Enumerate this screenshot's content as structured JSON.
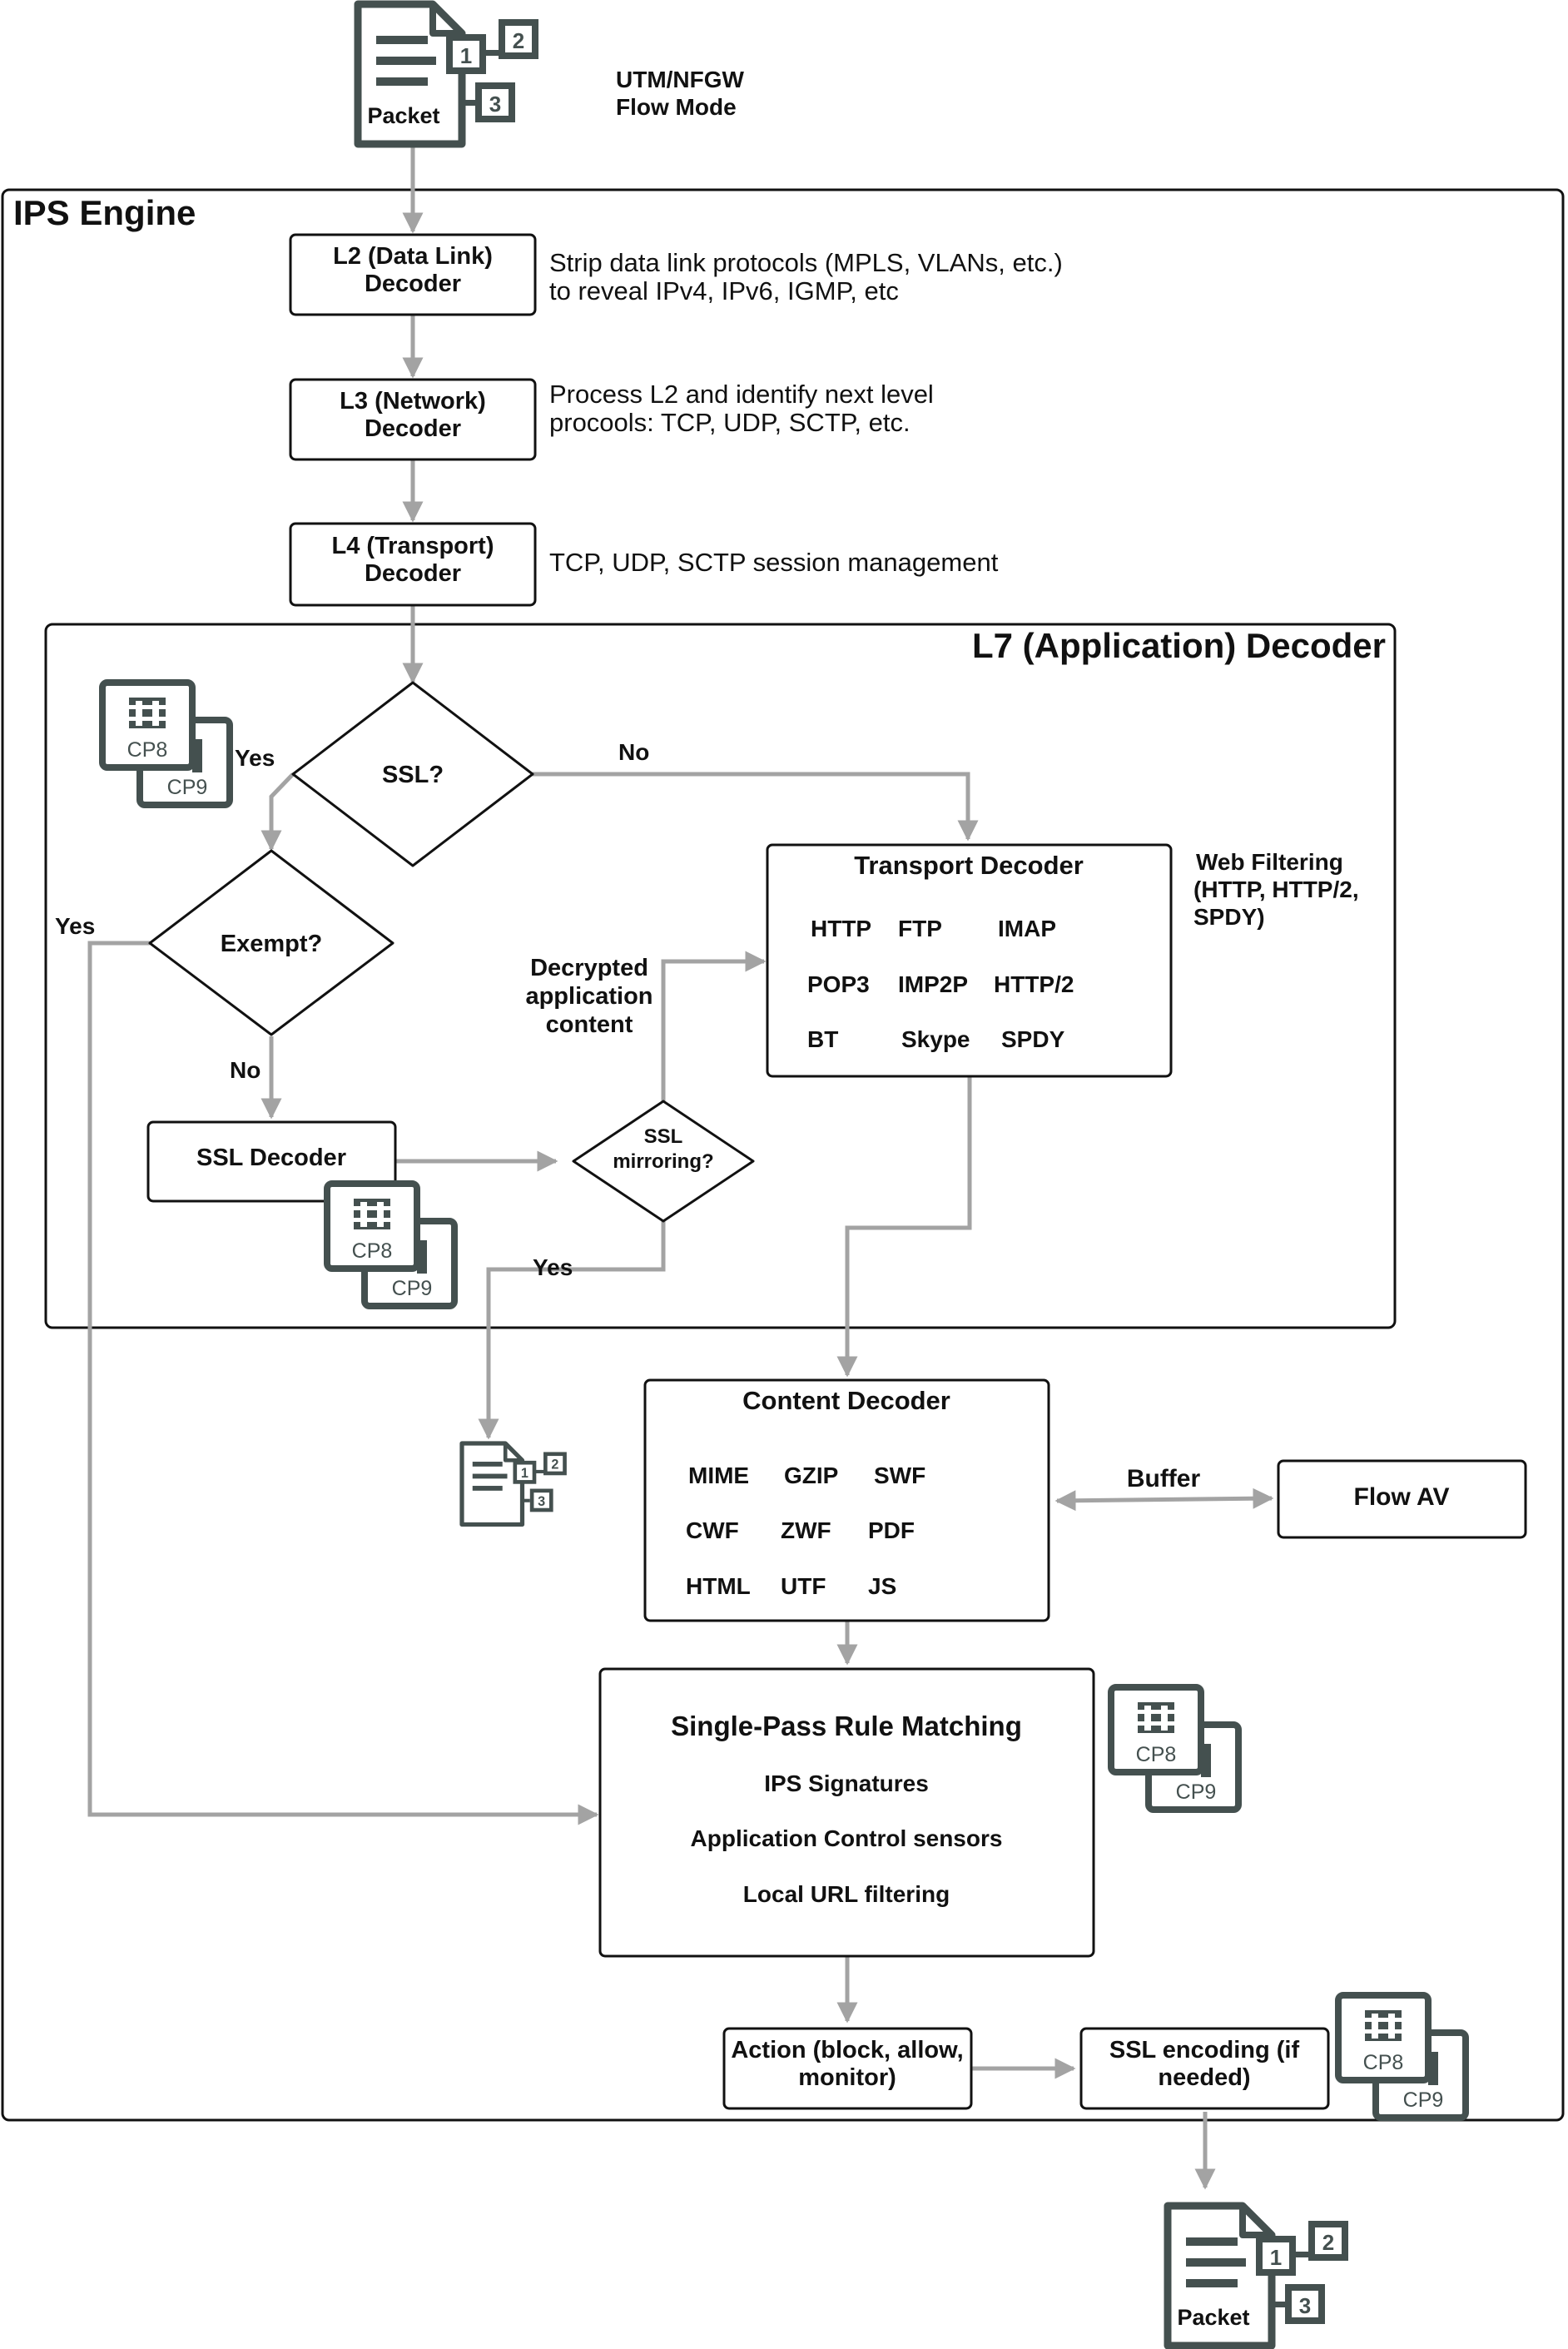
{
  "header": {
    "mode_line1": "UTM/NFGW",
    "mode_line2": "Flow Mode"
  },
  "packet_label": "Packet",
  "packet_tags": [
    "1",
    "2",
    "3"
  ],
  "ips_engine": {
    "title": "IPS Engine"
  },
  "decoders": {
    "l2": {
      "line1": "L2 (Data Link)",
      "line2": "Decoder",
      "desc1": "Strip data link protocols (MPLS, VLANs, etc.)",
      "desc2": "to reveal IPv4, IPv6, IGMP, etc"
    },
    "l3": {
      "line1": "L3 (Network)",
      "line2": "Decoder",
      "desc1": "Process L2 and identify next level",
      "desc2": "procools: TCP, UDP, SCTP, etc."
    },
    "l4": {
      "line1": "L4 (Transport)",
      "line2": "Decoder",
      "desc1": "TCP, UDP, SCTP session management"
    }
  },
  "l7": {
    "title": "L7 (Application) Decoder"
  },
  "chips": {
    "cp8": "CP8",
    "cp9": "CP9"
  },
  "decisions": {
    "ssl": "SSL?",
    "exempt": "Exempt?",
    "ssl_mirroring_line1": "SSL",
    "ssl_mirroring_line2": "mirroring?"
  },
  "labels": {
    "yes": "Yes",
    "no": "No",
    "decrypted1": "Decrypted",
    "decrypted2": "application",
    "decrypted3": "content",
    "buffer": "Buffer",
    "web_filtering1": "Web Filtering",
    "web_filtering2": "(HTTP, HTTP/2,",
    "web_filtering3": "SPDY)"
  },
  "ssl_decoder": {
    "title": "SSL Decoder"
  },
  "transport_decoder": {
    "title": "Transport Decoder",
    "protocols": [
      "HTTP",
      "FTP",
      "IMAP",
      "POP3",
      "IMP2P",
      "HTTP/2",
      "BT",
      "Skype",
      "SPDY"
    ]
  },
  "content_decoder": {
    "title": "Content Decoder",
    "formats": [
      "MIME",
      "GZIP",
      "SWF",
      "CWF",
      "ZWF",
      "PDF",
      "HTML",
      "UTF",
      "JS"
    ]
  },
  "flow_av": {
    "title": "Flow AV"
  },
  "rule_matching": {
    "title": "Single-Pass Rule Matching",
    "items": [
      "IPS Signatures",
      "Application Control sensors",
      "Local URL filtering"
    ]
  },
  "action": {
    "line1": "Action (block, allow,",
    "line2": "monitor)"
  },
  "ssl_encoding": {
    "line1": "SSL encoding (if",
    "line2": "needed)"
  },
  "colors": {
    "arrow": "#a3a3a3",
    "icon": "#44504f",
    "stroke": "#111111"
  }
}
